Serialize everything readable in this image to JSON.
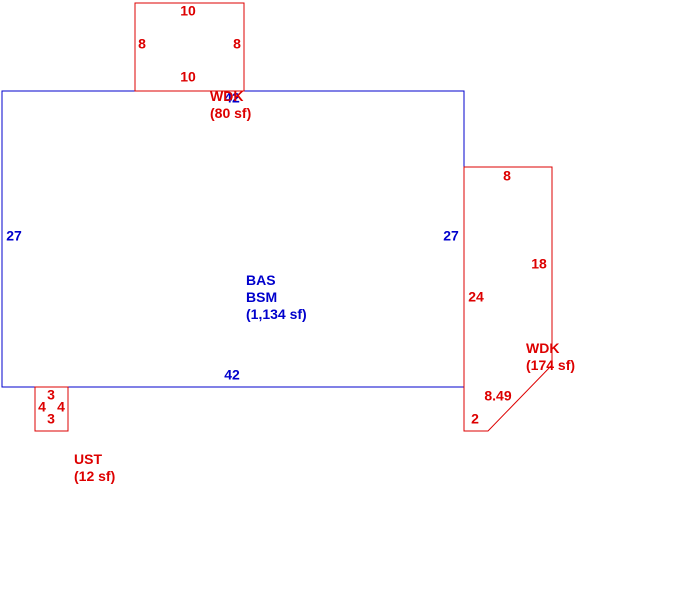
{
  "colors": {
    "main": "#0000cc",
    "addition": "#dd0000",
    "background": "#ffffff"
  },
  "areas": [
    {
      "id": "bas",
      "color": "main",
      "label_lines": [
        "BAS",
        "BSM",
        "(1,134 sf)"
      ],
      "sides": [
        "42",
        "27",
        "42",
        "27"
      ]
    },
    {
      "id": "wdk-top",
      "color": "addition",
      "label_lines": [
        "WDK",
        "(80 sf)"
      ],
      "sides": [
        "10",
        "8",
        "10",
        "8"
      ]
    },
    {
      "id": "wdk-right",
      "color": "addition",
      "label_lines": [
        "WDK",
        "(174 sf)"
      ],
      "sides": [
        "8",
        "18",
        "8.49",
        "2",
        "24"
      ]
    },
    {
      "id": "ust",
      "color": "addition",
      "label_lines": [
        "UST",
        "(12 sf)"
      ],
      "sides": [
        "3",
        "4",
        "3",
        "4"
      ]
    }
  ]
}
